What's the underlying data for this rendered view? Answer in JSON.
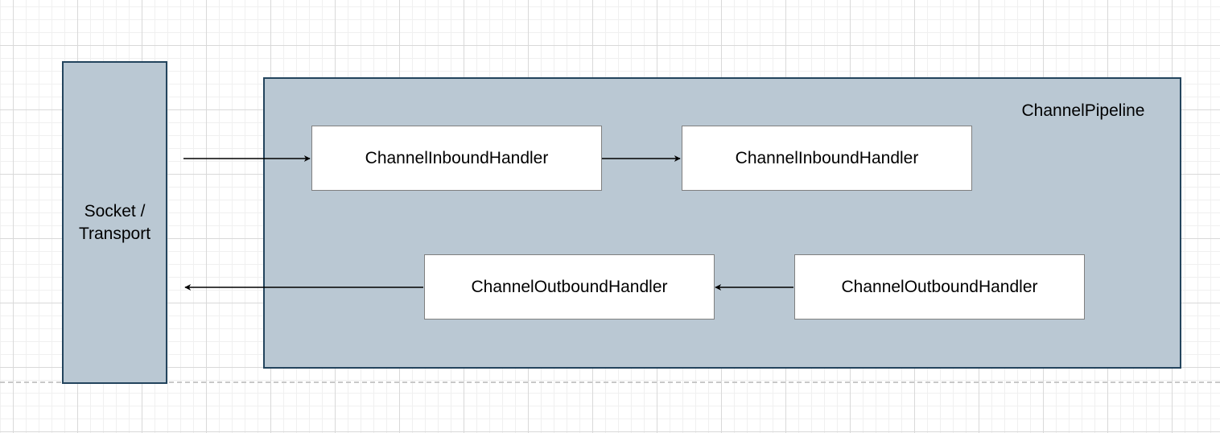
{
  "colors": {
    "container_fill": "#bac8d3",
    "container_stroke": "#23445d",
    "handler_fill": "#ffffff",
    "handler_stroke": "#7f7f7f",
    "arrow": "#000000"
  },
  "socket": {
    "line1": "Socket /",
    "line2": "Transport"
  },
  "pipeline": {
    "label": "ChannelPipeline"
  },
  "handlers": [
    {
      "label": "ChannelInboundHandler"
    },
    {
      "label": "ChannelInboundHandler"
    },
    {
      "label": "ChannelOutboundHandler"
    },
    {
      "label": "ChannelOutboundHandler"
    }
  ]
}
